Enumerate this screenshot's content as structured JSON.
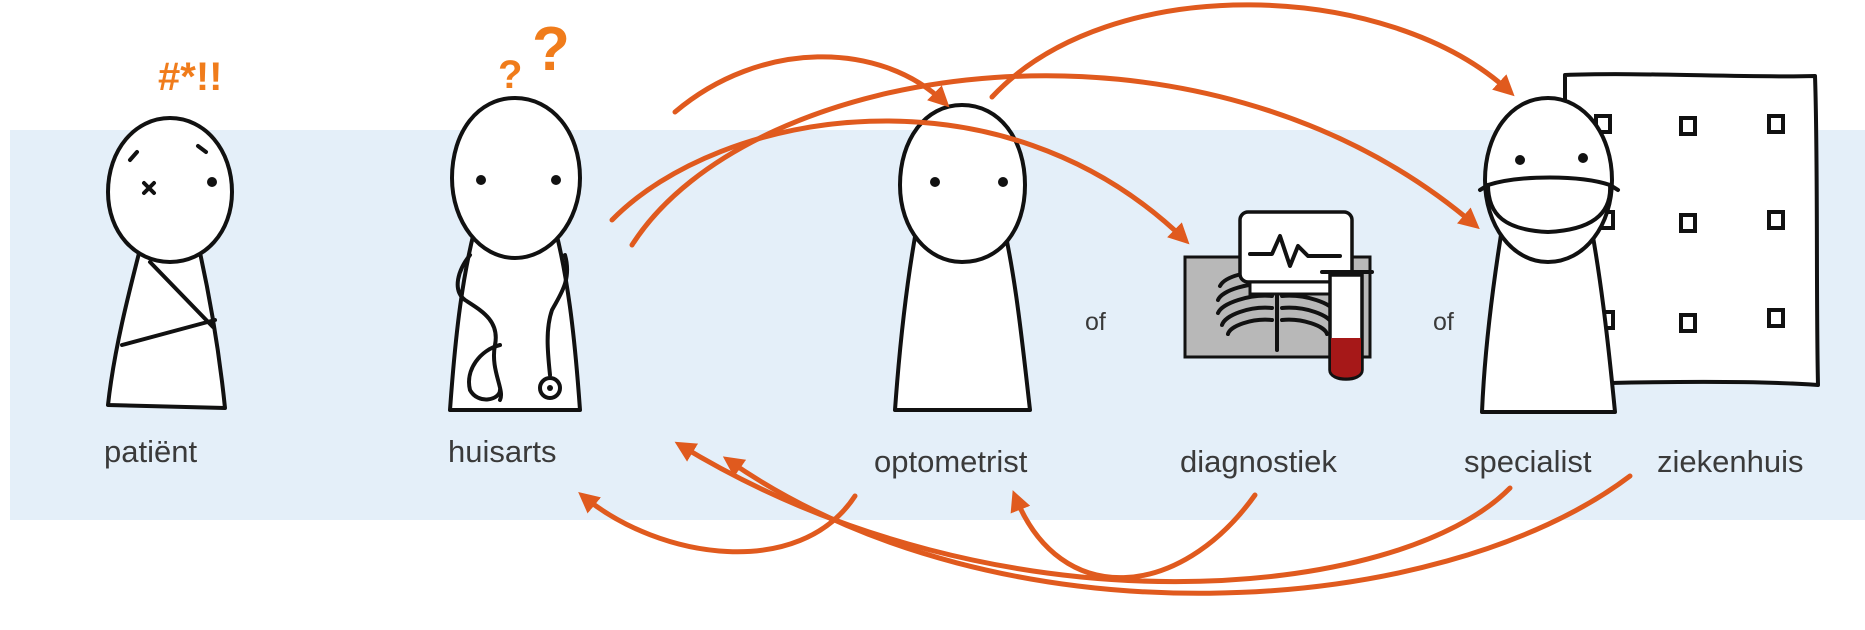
{
  "figures": {
    "patient": {
      "label": "patiënt",
      "exclaim": "#*!!"
    },
    "huisarts": {
      "label": "huisarts",
      "question_small": "?",
      "question_big": "?"
    },
    "optometrist": {
      "label": "optometrist"
    },
    "diagnostiek": {
      "label": "diagnostiek"
    },
    "specialist": {
      "label": "specialist"
    },
    "ziekenhuis": {
      "label": "ziekenhuis"
    }
  },
  "connectors": {
    "of_1": "of",
    "of_2": "of"
  },
  "colors": {
    "band": "#e4eff9",
    "arrow": "#e05a1e",
    "accent_text": "#f07c1b",
    "label_text": "#3a3a3a",
    "test_tube_blood": "#a61818",
    "xray_panel": "#b8b8b8"
  }
}
